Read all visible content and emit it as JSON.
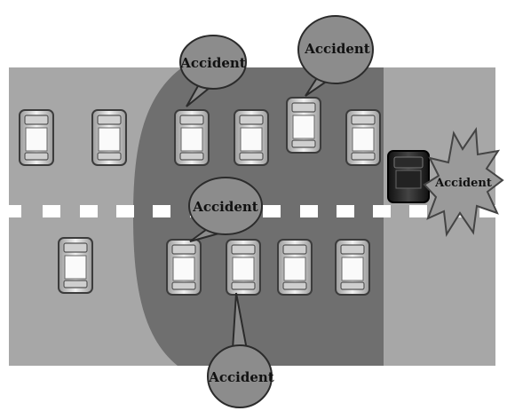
{
  "labels": {
    "accident_top_left": "Accident",
    "accident_top_right": "Accident",
    "accident_middle": "Accident",
    "accident_bottom": "Accident",
    "accident_star": "Accident"
  }
}
